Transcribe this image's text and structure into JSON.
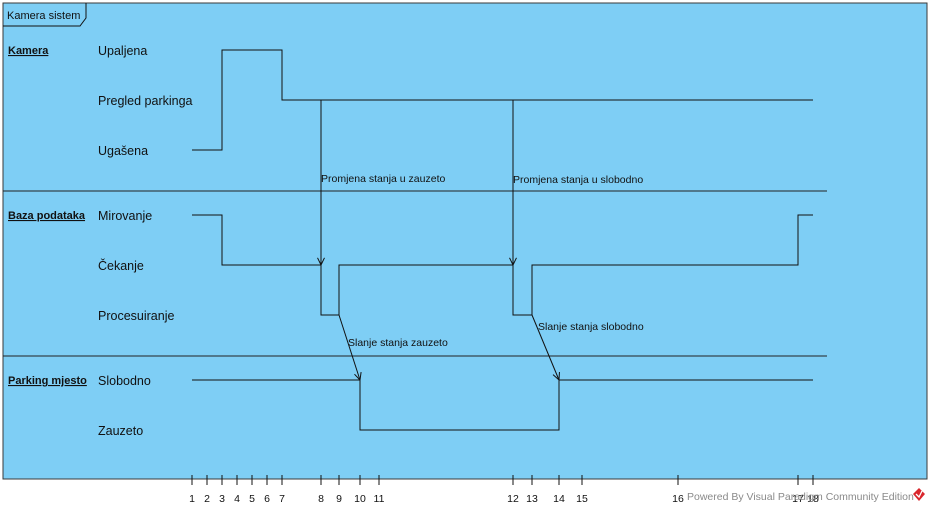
{
  "frame": {
    "title": "Kamera sistem"
  },
  "lanes": [
    {
      "name": "Kamera",
      "states": [
        "Upaljena",
        "Pregled parkinga",
        "Ugašena"
      ]
    },
    {
      "name": "Baza podataka",
      "states": [
        "Mirovanje",
        "Čekanje",
        "Procesuiranje"
      ]
    },
    {
      "name": "Parking mjesto",
      "states": [
        "Slobodno",
        "Zauzeto"
      ]
    }
  ],
  "ticks": [
    "1",
    "2",
    "3",
    "4",
    "5",
    "6",
    "7",
    "8",
    "9",
    "10",
    "11",
    "12",
    "13",
    "14",
    "15",
    "16",
    "17",
    "18"
  ],
  "timelines": [
    {
      "lane": 0,
      "points": [
        [
          1,
          "Ugašena"
        ],
        [
          3,
          "Ugašena"
        ],
        [
          3,
          "Upaljena"
        ],
        [
          7,
          "Upaljena"
        ],
        [
          7,
          "Pregled parkinga"
        ],
        [
          18,
          "Pregled parkinga"
        ]
      ]
    },
    {
      "lane": 1,
      "points": [
        [
          1,
          "Mirovanje"
        ],
        [
          3,
          "Mirovanje"
        ],
        [
          3,
          "Čekanje"
        ],
        [
          8,
          "Čekanje"
        ],
        [
          8,
          "Procesuiranje"
        ],
        [
          9,
          "Procesuiranje"
        ],
        [
          9,
          "Čekanje"
        ],
        [
          12,
          "Čekanje"
        ],
        [
          12,
          "Procesuiranje"
        ],
        [
          13,
          "Procesuiranje"
        ],
        [
          13,
          "Čekanje"
        ],
        [
          17,
          "Čekanje"
        ],
        [
          17,
          "Mirovanje"
        ],
        [
          18,
          "Mirovanje"
        ]
      ]
    },
    {
      "lane": 2,
      "points": [
        [
          1,
          "Slobodno"
        ],
        [
          10,
          "Slobodno"
        ],
        [
          10,
          "Zauzeto"
        ],
        [
          14,
          "Zauzeto"
        ],
        [
          14,
          "Slobodno"
        ],
        [
          18,
          "Slobodno"
        ]
      ]
    }
  ],
  "messages": [
    {
      "label": "Promjena stanja u zauzeto",
      "from": {
        "lane": 0,
        "state": "Pregled parkinga",
        "t": 8
      },
      "to": {
        "lane": 1,
        "state": "Čekanje",
        "t": 8
      }
    },
    {
      "label": "Slanje stanja zauzeto",
      "from": {
        "lane": 1,
        "state": "Procesuiranje",
        "t": 9
      },
      "to": {
        "lane": 2,
        "state": "Slobodno",
        "t": 10
      }
    },
    {
      "label": "Promjena stanja u slobodno",
      "from": {
        "lane": 0,
        "state": "Pregled parkinga",
        "t": 12
      },
      "to": {
        "lane": 1,
        "state": "Čekanje",
        "t": 12
      }
    },
    {
      "label": "Slanje stanja slobodno",
      "from": {
        "lane": 1,
        "state": "Procesuiranje",
        "t": 13
      },
      "to": {
        "lane": 2,
        "state": "Slobodno",
        "t": 14
      }
    }
  ],
  "watermark": "Powered By Visual Paradigm Community Edition",
  "colors": {
    "background": "#7ecef5",
    "line": "#111111",
    "brand": "#d9262c"
  },
  "icons": {
    "brand": "visual-paradigm-logo-icon"
  }
}
